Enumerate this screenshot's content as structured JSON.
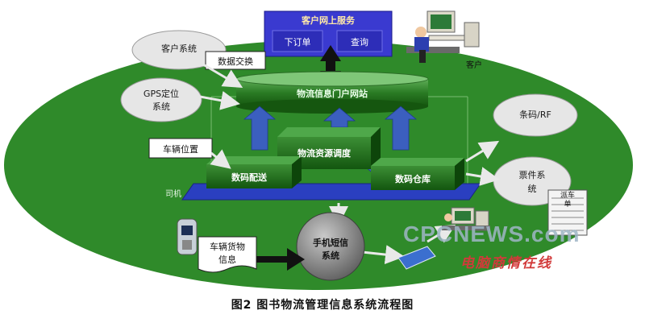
{
  "diagram": {
    "customer_service": {
      "title": "客户网上服务",
      "order_button": "下订单",
      "query_button": "查询"
    },
    "customer_label": "客户",
    "portal": "物流信息门户网站",
    "resource_dispatch": "物流资源调度",
    "digital_distribution": "数码配送",
    "digital_warehouse": "数码仓库",
    "driver_label": "司机",
    "customer_system": "客户系统",
    "data_exchange": "数据交换",
    "gps_system_line1": "GPS定位",
    "gps_system_line2": "系统",
    "vehicle_position": "车辆位置",
    "barcode_rf": "条码/RF",
    "document_system_line1": "票件系",
    "document_system_line2": "统",
    "delivery_note": "派车单",
    "vehicle_cargo_line1": "车辆货物",
    "vehicle_cargo_line2": "信息",
    "sms_line1": "手机短信",
    "sms_line2": "系统"
  },
  "watermark": {
    "site": "CPCNEWS.com",
    "site_cn": "电脑商情在线"
  },
  "caption": "图2  图书物流管理信息系统流程图",
  "colors": {
    "ellipse": "#2f8a2a",
    "box": "#1f6b1a",
    "box_top": "#4fa84a",
    "arrow_blue": "#3b5fbf",
    "platform": "#2a3fc0",
    "cloud": "#e6e6e6"
  }
}
